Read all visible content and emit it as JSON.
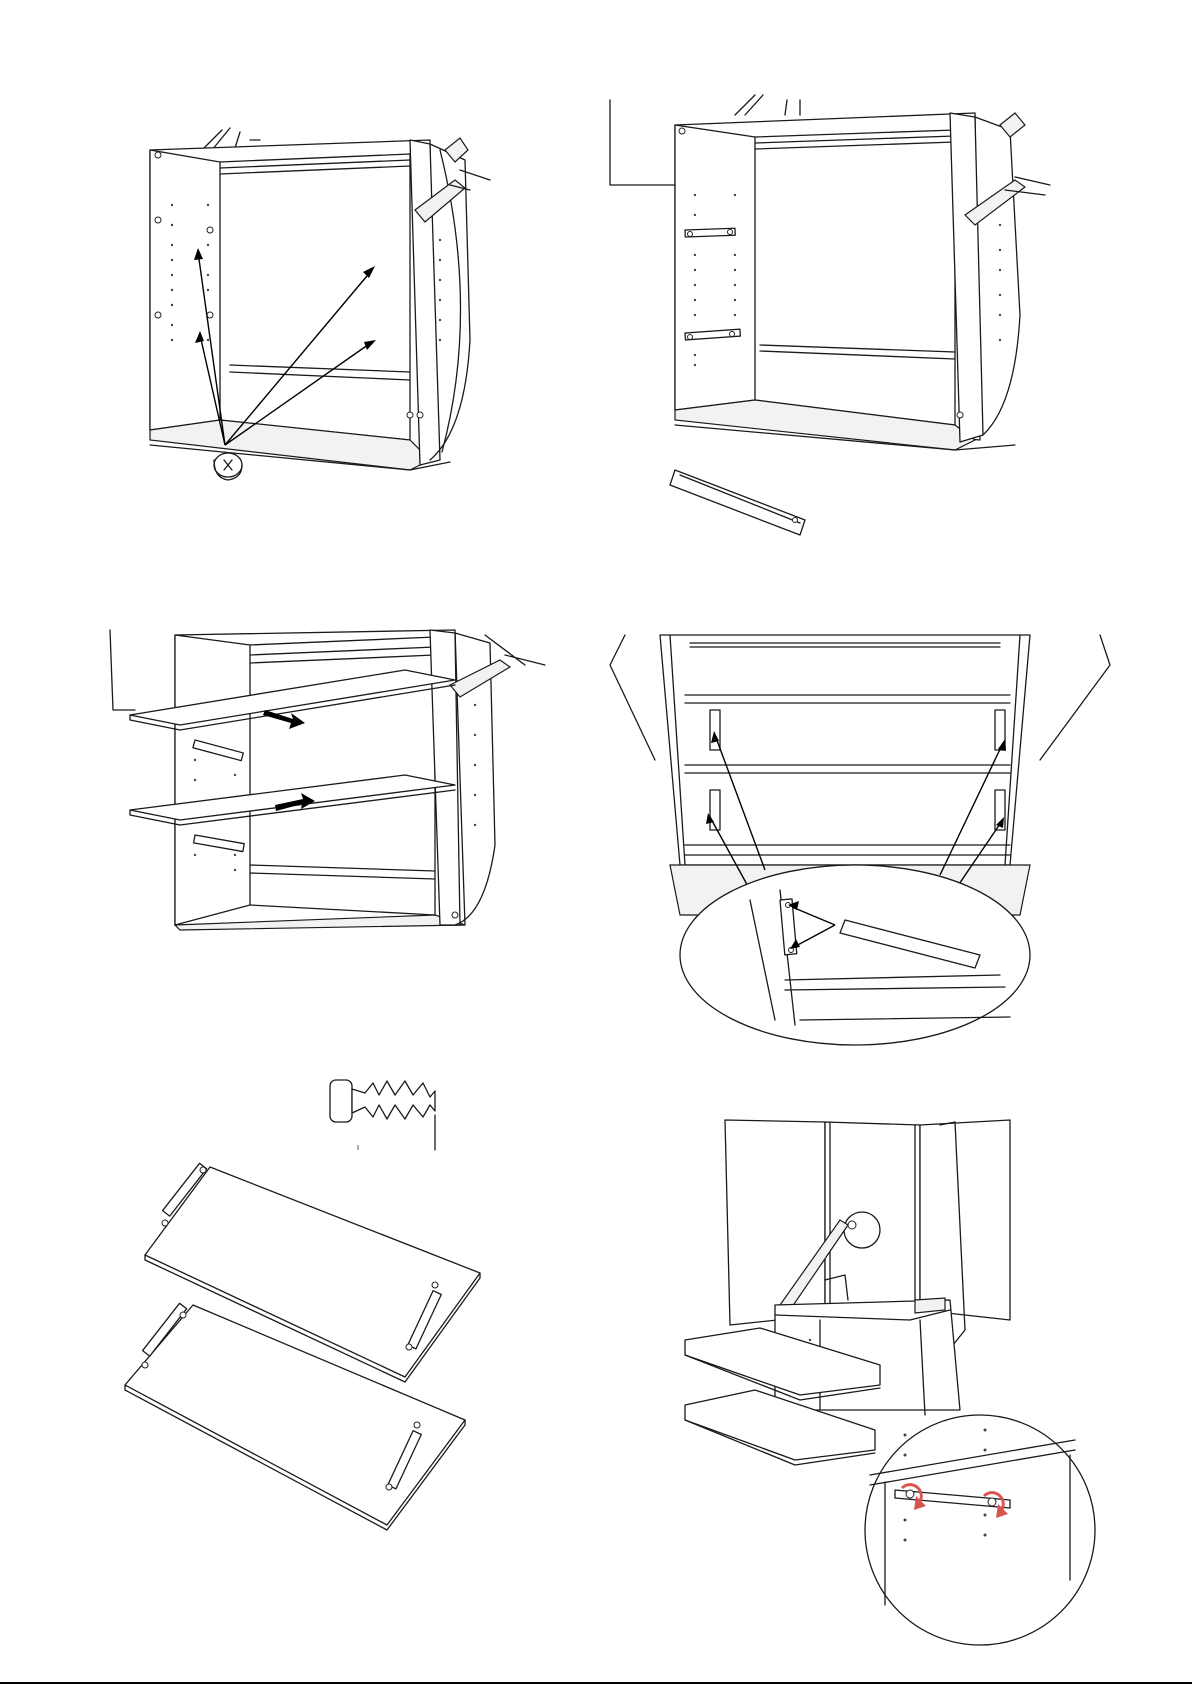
{
  "page": {
    "type": "assembly-instructions",
    "steps": [
      {
        "id": 1,
        "description_icon": "screw-icon"
      },
      {
        "id": 2,
        "description_icon": "rail-icon"
      },
      {
        "id": 3,
        "description_icon": "shelf-insert-icon"
      },
      {
        "id": 4,
        "description_icon": "magnifier-detail-icon"
      },
      {
        "id": 5,
        "description_icon": "wood-screw-icon"
      },
      {
        "id": 6,
        "description_icon": "rotate-tighten-icon"
      }
    ]
  },
  "colors": {
    "line": "#1a1a1a",
    "background": "#ffffff",
    "rotation_accent": "#d9534f"
  }
}
